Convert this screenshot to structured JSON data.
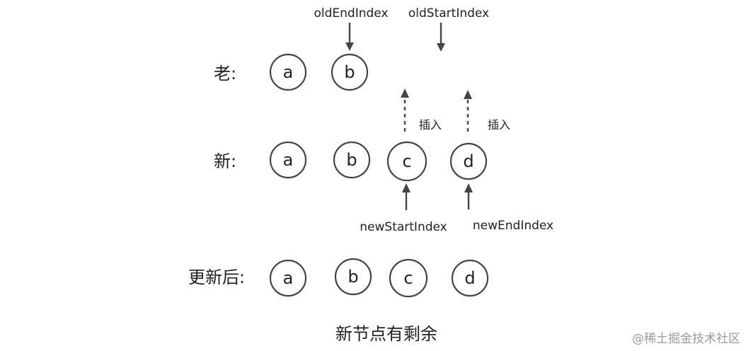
{
  "rows": {
    "old_label": "老:",
    "new_label": "新:",
    "after_label": "更新后:"
  },
  "old_nodes": [
    "a",
    "b"
  ],
  "new_nodes": [
    "a",
    "b",
    "c",
    "d"
  ],
  "after_nodes": [
    "a",
    "b",
    "c",
    "d"
  ],
  "pointers": {
    "old_end": "oldEndIndex",
    "old_start": "oldStartIndex",
    "new_start": "newStartIndex",
    "new_end": "newEndIndex"
  },
  "insert_label": "插入",
  "caption": "新节点有剩余",
  "watermark": "@稀土掘金技术社区"
}
